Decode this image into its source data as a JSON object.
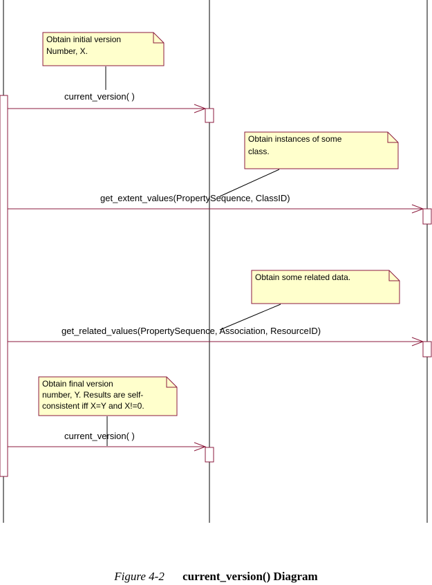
{
  "colors": {
    "lifeline": "#000000",
    "message": "#8b1a3c",
    "note_fill": "#ffffcc",
    "note_border": "#8b1a3c"
  },
  "messages": [
    {
      "label": "current_version( )"
    },
    {
      "label": "get_extent_values(PropertySequence, ClassID)"
    },
    {
      "label": "get_related_values(PropertySequence, Association, ResourceID)"
    },
    {
      "label": "current_version( )"
    }
  ],
  "notes": [
    {
      "lines": [
        "Obtain initial  version",
        "Number, X."
      ]
    },
    {
      "lines": [
        "Obtain instances of some",
        "class."
      ]
    },
    {
      "lines": [
        "Obtain some related data."
      ]
    },
    {
      "lines": [
        "Obtain final version",
        "number, Y. Results are self-",
        "consistent iff X=Y and X!=0."
      ]
    }
  ],
  "caption": {
    "figure_number": "Figure 4-2",
    "title": "current_version() Diagram"
  }
}
